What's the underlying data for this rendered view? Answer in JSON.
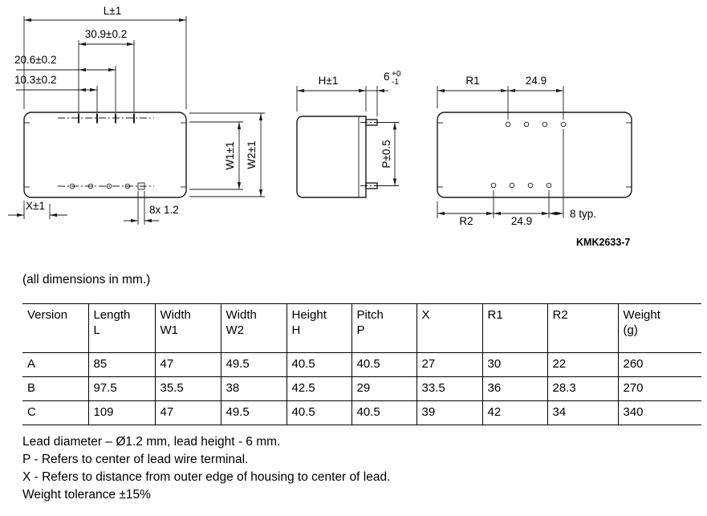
{
  "figure": {
    "ref": "KMK2633-7",
    "front_view": {
      "dim_length": "L±1",
      "dim_30_9": "30.9±0.2",
      "dim_20_6": "20.6±0.2",
      "dim_10_3": "10.3±0.2",
      "dim_w1": "W1±1",
      "dim_w2": "W2±1",
      "dim_x": "X±1",
      "dim_lead": "8x 1.2"
    },
    "side_view": {
      "dim_height": "H±1",
      "dim_lead_height": "6",
      "dim_lead_tol_plus": "+0",
      "dim_lead_tol_minus": "-1",
      "dim_pitch": "P±0.5"
    },
    "top_view": {
      "dim_r1": "R1",
      "dim_24_9_top": "24.9",
      "dim_r2": "R2",
      "dim_24_9_bottom": "24.9",
      "dim_8_typ": "8 typ."
    }
  },
  "caption": "(all dimensions in mm.)",
  "table": {
    "headers": [
      {
        "line1": "Version",
        "line2": ""
      },
      {
        "line1": "Length",
        "line2": "L"
      },
      {
        "line1": "Width",
        "line2": "W1"
      },
      {
        "line1": "Width",
        "line2": "W2"
      },
      {
        "line1": "Height",
        "line2": "H"
      },
      {
        "line1": "Pitch",
        "line2": "P"
      },
      {
        "line1": "X",
        "line2": ""
      },
      {
        "line1": "R1",
        "line2": ""
      },
      {
        "line1": "R2",
        "line2": ""
      },
      {
        "line1": "Weight",
        "line2": "(g)"
      }
    ],
    "rows": [
      [
        "A",
        "85",
        "47",
        "49.5",
        "40.5",
        "40.5",
        "27",
        "30",
        "22",
        "260"
      ],
      [
        "B",
        "97.5",
        "35.5",
        "38",
        "42.5",
        "29",
        "33.5",
        "36",
        "28.3",
        "270"
      ],
      [
        "C",
        "109",
        "47",
        "49.5",
        "40.5",
        "40.5",
        "39",
        "42",
        "34",
        "340"
      ]
    ]
  },
  "notes": [
    "Lead diameter – Ø1.2 mm, lead height - 6 mm.",
    "P - Refers to center of lead wire terminal.",
    "X - Refers to distance from outer edge of housing to center of lead.",
    "Weight tolerance ±15%"
  ]
}
